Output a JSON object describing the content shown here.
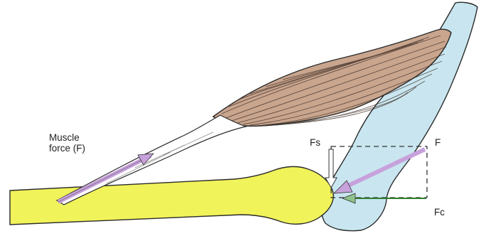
{
  "labels": {
    "muscle_line1": "Muscle",
    "muscle_line2": "force (F)",
    "fs": "Fs",
    "f": "F",
    "fc": "Fc"
  },
  "colors": {
    "bone_blue": "#c9e6f0",
    "bone_yellow": "#f1f35a",
    "muscle_fiber": "#c9a58e",
    "tendon": "#ffffff",
    "force_arrow": "#c7a1dc",
    "compression_arrow": "#8fc28a",
    "outline": "#2a2a2a"
  }
}
